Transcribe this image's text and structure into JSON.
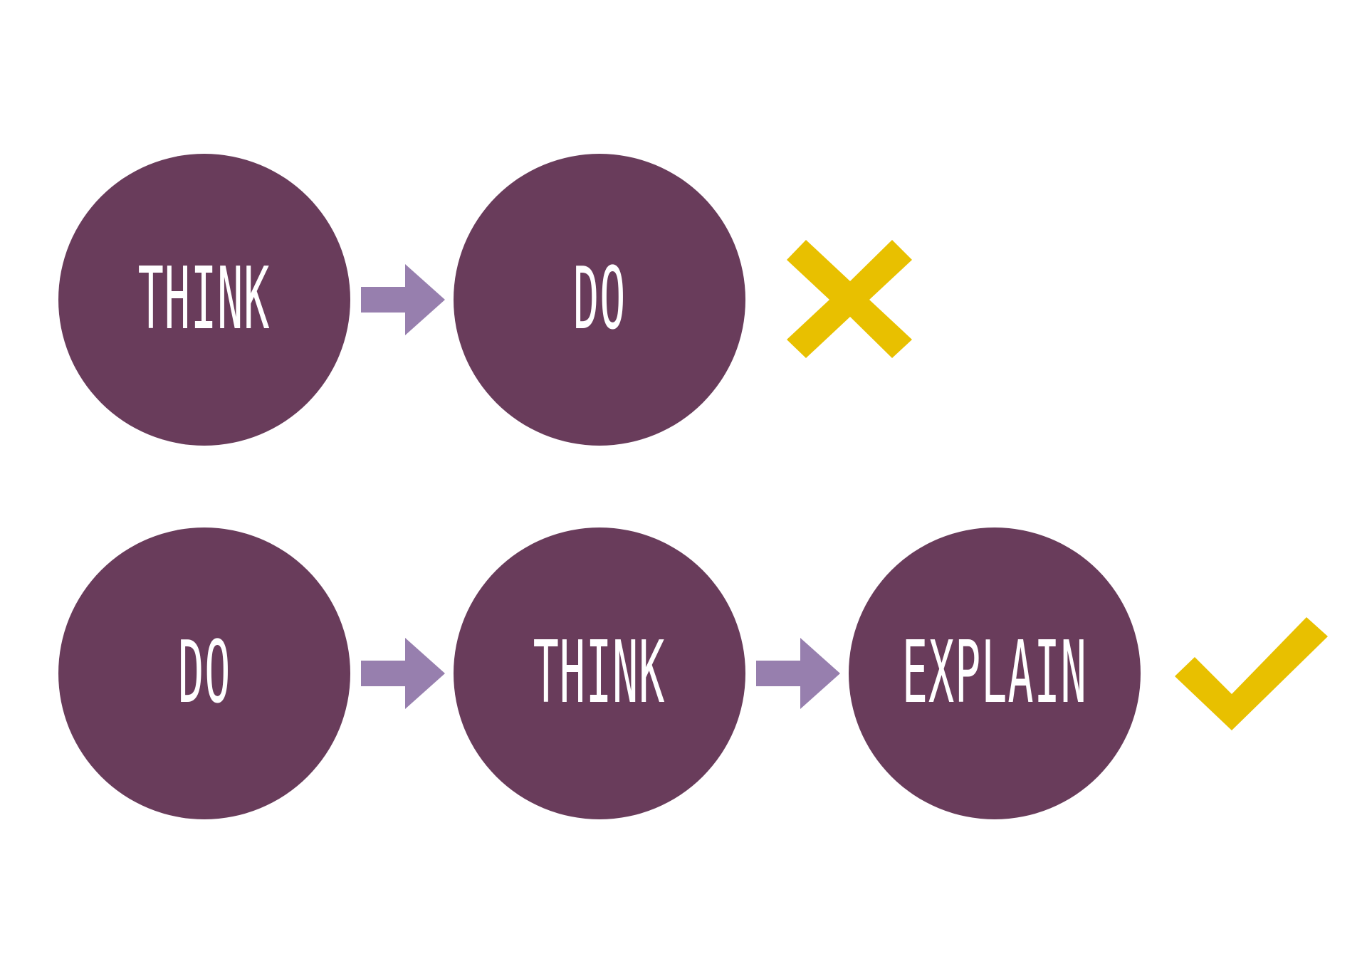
{
  "colors": {
    "circle": "#693c5b",
    "arrow": "#977fae",
    "mark": "#e8c000",
    "label": "#ffffff"
  },
  "rows": [
    {
      "steps": [
        {
          "label": "THINK"
        },
        {
          "label": "DO"
        }
      ],
      "result_icon": "cross-icon"
    },
    {
      "steps": [
        {
          "label": "DO"
        },
        {
          "label": "THINK"
        },
        {
          "label": "EXPLAIN"
        }
      ],
      "result_icon": "check-icon"
    }
  ]
}
